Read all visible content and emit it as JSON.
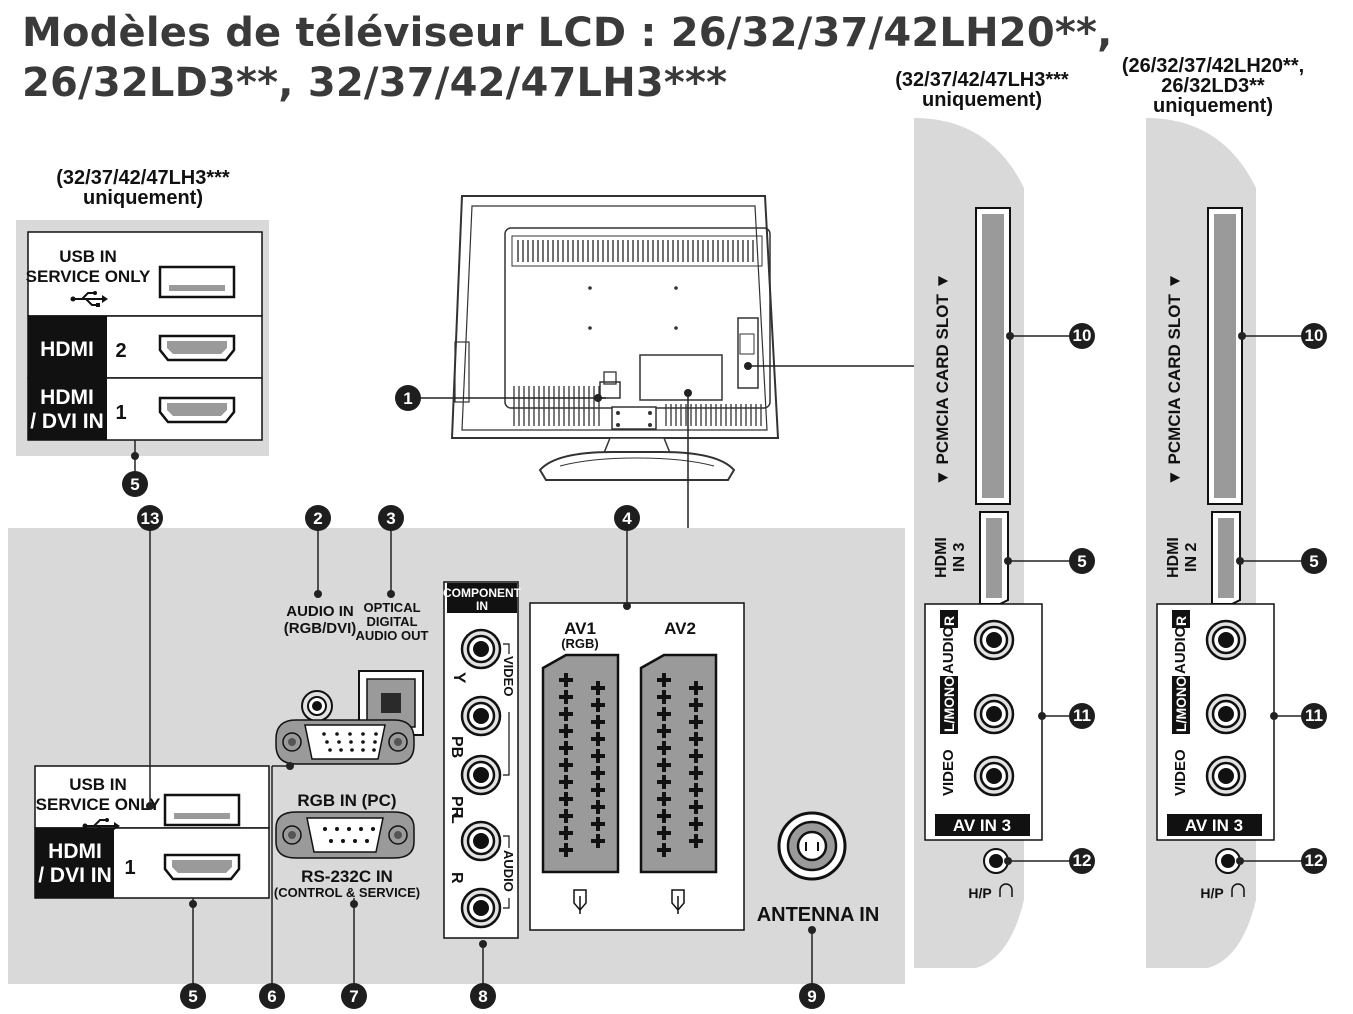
{
  "title": {
    "line1": "Modèles de téléviseur LCD : 26/32/37/42LH20**,",
    "line2": "26/32LD3**, 32/37/42/47LH3***"
  },
  "notes": {
    "top_left": [
      "(32/37/42/47LH3***",
      "uniquement)"
    ],
    "side_a": [
      "(32/37/42/47LH3***",
      "uniquement)"
    ],
    "side_b": [
      "(26/32/37/42LH20**,",
      "26/32LD3**",
      "uniquement)"
    ]
  },
  "labels": {
    "usb_in": "USB IN",
    "service_only": "SERVICE ONLY",
    "hdmi": "HDMI",
    "hdmi_dvi_line1": "HDMI",
    "hdmi_dvi_line2": "/ DVI IN",
    "num_1": "1",
    "num_2": "2",
    "audio_in_line1": "AUDIO IN",
    "audio_in_line2": "(RGB/DVI)",
    "optical_line1": "OPTICAL",
    "optical_line2": "DIGITAL",
    "optical_line3": "AUDIO OUT",
    "component_line1": "COMPONENT",
    "component_line2": "IN",
    "y": "Y",
    "pb": "PB",
    "pr": "PR",
    "l": "L",
    "r": "R",
    "video": "VIDEO",
    "audio": "AUDIO",
    "av1": "AV1",
    "av1_sub": "(RGB)",
    "av2": "AV2",
    "rgb_in": "RGB IN (PC)",
    "rs232_line1": "RS-232C IN",
    "rs232_line2": "(CONTROL & SERVICE)",
    "antenna_in": "ANTENNA IN",
    "pcmcia": "▼ PCMCIA CARD SLOT ▼",
    "hdmi_in_3_line1": "HDMI",
    "hdmi_in_3_line2": "IN 3",
    "hdmi_in_2_line1": "HDMI",
    "hdmi_in_2_line2": "IN 2",
    "av_in_3": "AV IN 3",
    "side_video": "VIDEO",
    "side_lmono": "L/MONO",
    "side_audio": "AUDIO",
    "side_r": "R",
    "hp": "H/P"
  },
  "callouts": {
    "n1": "1",
    "n2": "2",
    "n3": "3",
    "n4": "4",
    "n5": "5",
    "n6": "6",
    "n7": "7",
    "n8": "8",
    "n9": "9",
    "n10": "10",
    "n11": "11",
    "n12": "12",
    "n13": "13"
  },
  "colors": {
    "panel_gray": "#d9d9d9",
    "callout_dark": "#1e1e1e",
    "label_black": "#111111",
    "title_gray": "#3a3a3a"
  }
}
